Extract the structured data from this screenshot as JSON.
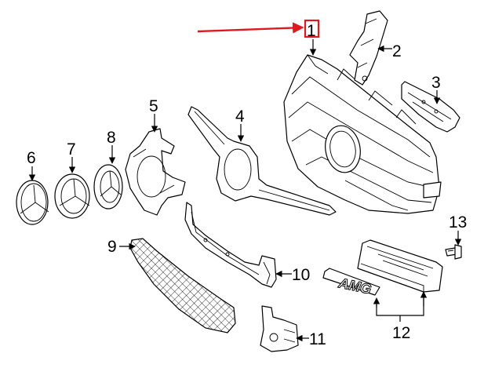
{
  "callouts": [
    {
      "id": "1",
      "label": "1"
    },
    {
      "id": "2",
      "label": "2"
    },
    {
      "id": "3",
      "label": "3"
    },
    {
      "id": "4",
      "label": "4"
    },
    {
      "id": "5",
      "label": "5"
    },
    {
      "id": "6",
      "label": "6"
    },
    {
      "id": "7",
      "label": "7"
    },
    {
      "id": "8",
      "label": "8"
    },
    {
      "id": "9",
      "label": "9"
    },
    {
      "id": "10",
      "label": "10"
    },
    {
      "id": "11",
      "label": "11"
    },
    {
      "id": "12",
      "label": "12"
    },
    {
      "id": "13",
      "label": "13"
    }
  ],
  "badge_text": "AMG",
  "colors": {
    "line": "#000000",
    "highlight": "#e0191f",
    "background": "#ffffff"
  }
}
